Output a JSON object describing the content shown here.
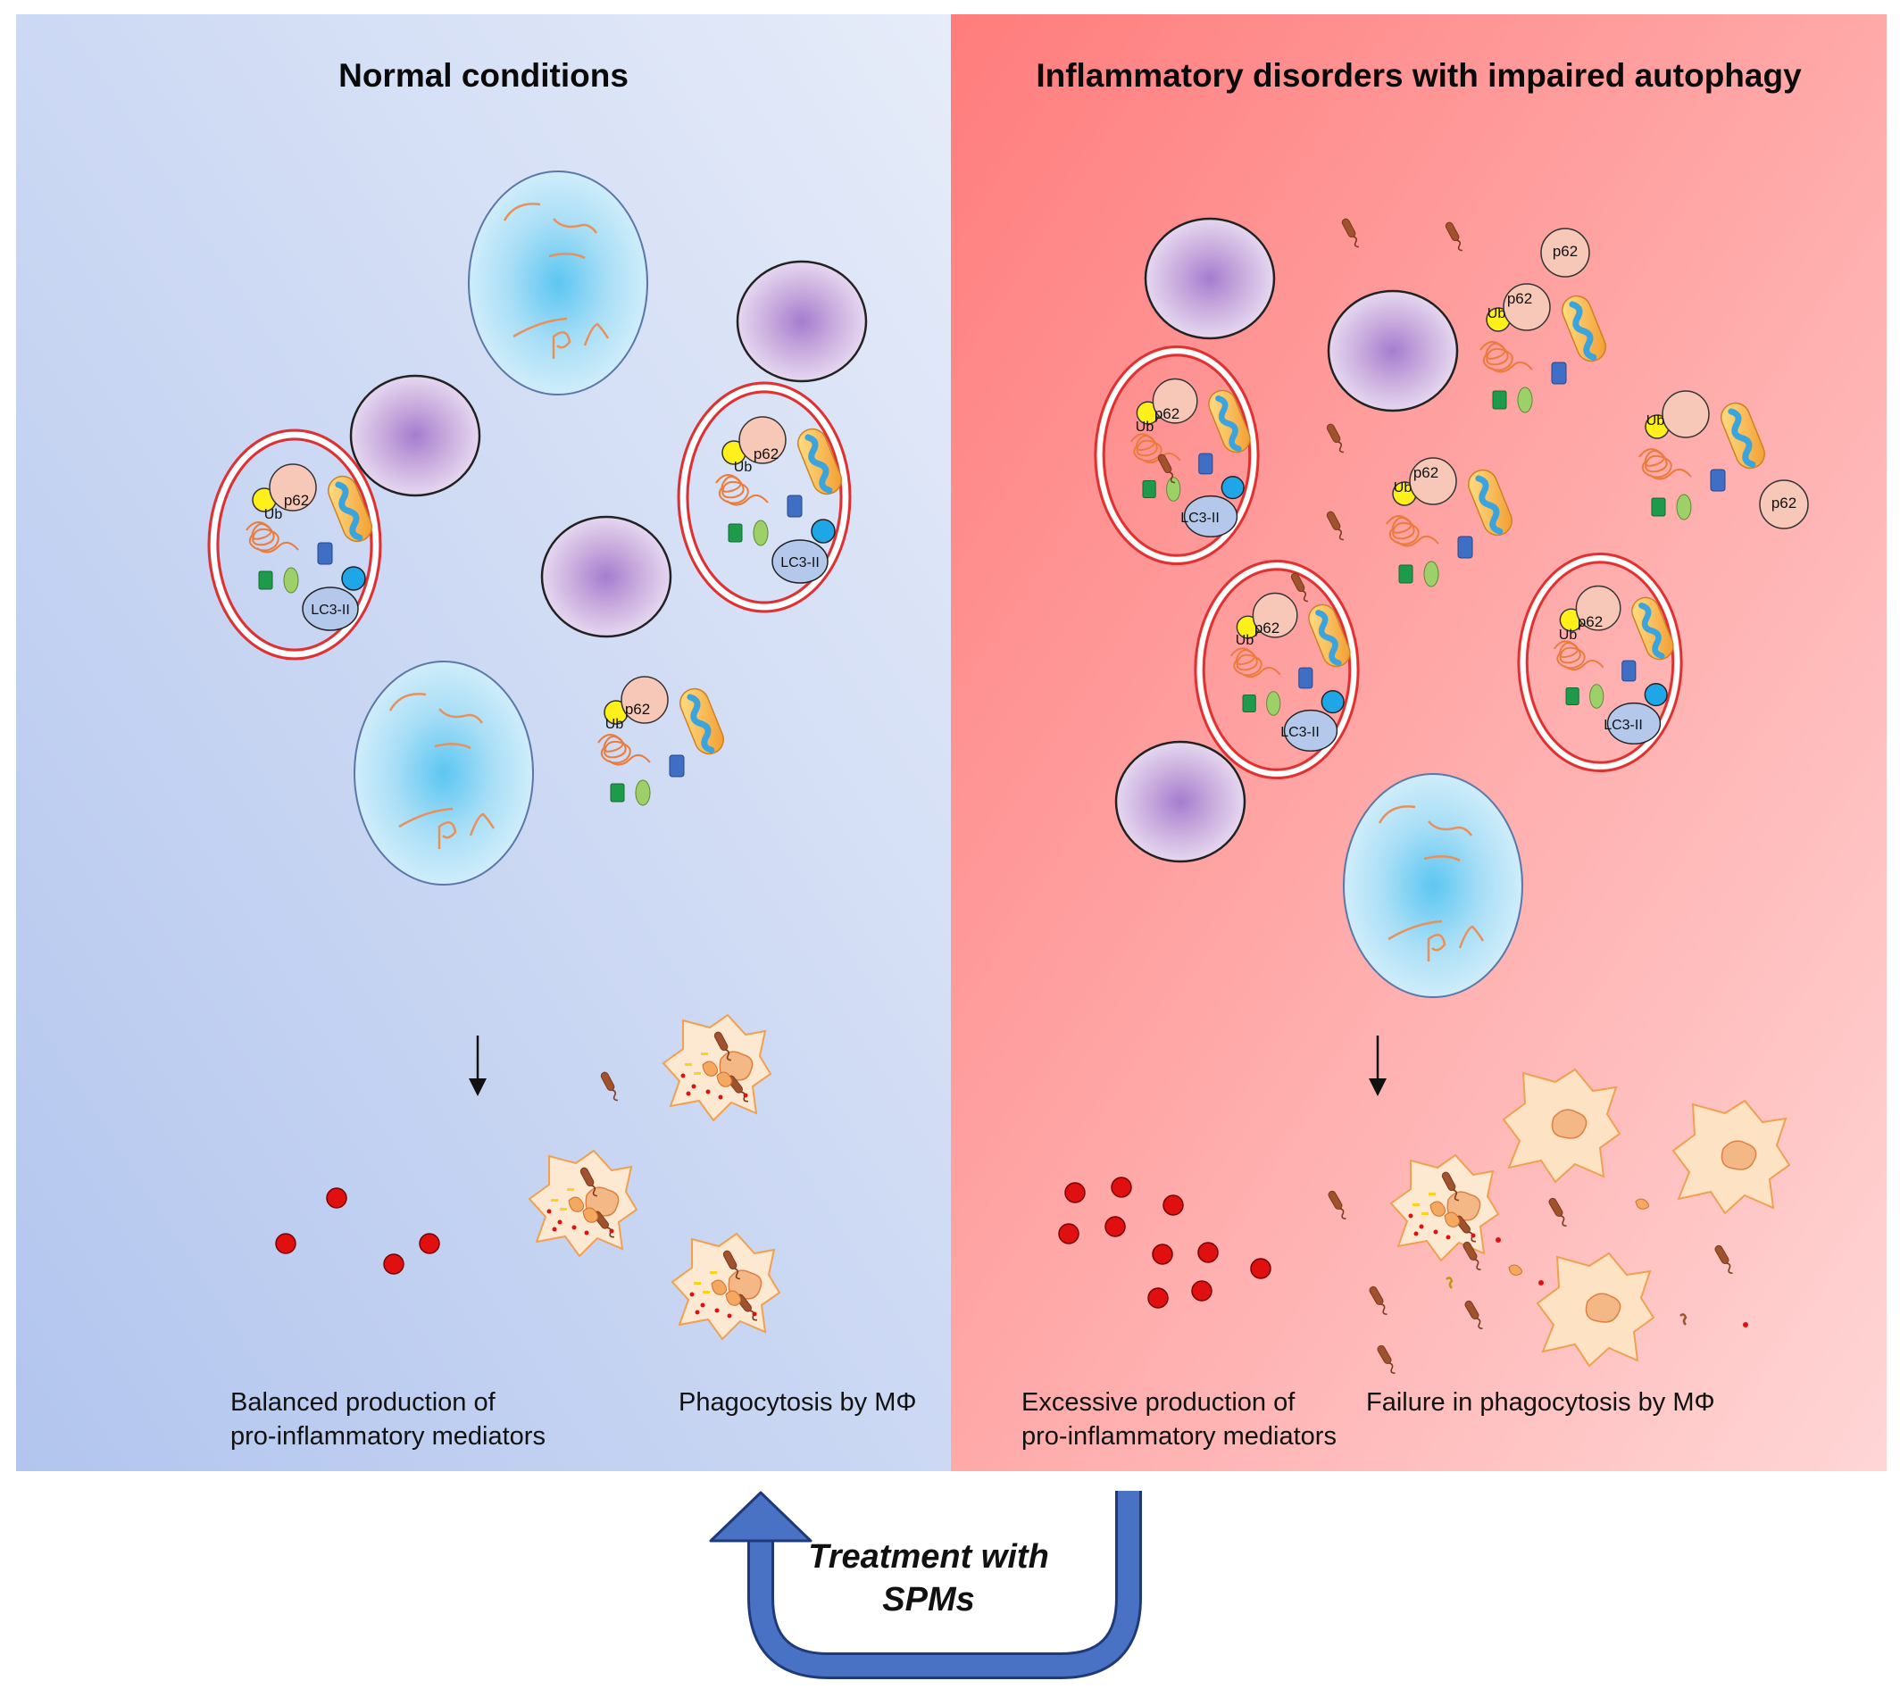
{
  "panels": {
    "left": {
      "title": "Normal conditions",
      "bg_from": "#b6c8ef",
      "bg_to": "#e4eaf9"
    },
    "right": {
      "title": "Inflammatory disorders with impaired autophagy",
      "bg_from": "#ff7f7f",
      "bg_to": "#ffd3d3"
    }
  },
  "labels": {
    "ub": "Ub",
    "p62": "p62",
    "lc3": "LC3-II"
  },
  "captions": {
    "left_mediators": [
      "Balanced production of",
      "pro-inflammatory  mediators"
    ],
    "left_phagocytosis": "Phagocytosis by MΦ",
    "right_mediators": [
      "Excessive production of",
      "pro-inflammatory  mediators"
    ],
    "right_phagocytosis": "Failure in phagocytosis by MΦ"
  },
  "treatment": {
    "line1": "Treatment with",
    "line2": "SPMs"
  },
  "colors": {
    "arrow_blue": "#4a72c4",
    "mediator_red": "#e01010",
    "ub_yellow": "#ffef1a",
    "p62_pink": "#f7c8b8",
    "lc3_blue": "#b4c8ec",
    "autophagosome_red": "#e03030",
    "neutrophil_purple": "#b894d4",
    "cell_blue": "#a8dcf4",
    "macrophage_fill": "#fde6cc",
    "macrophage_border": "#f0a050",
    "bacteria_brown": "#a0522d"
  }
}
